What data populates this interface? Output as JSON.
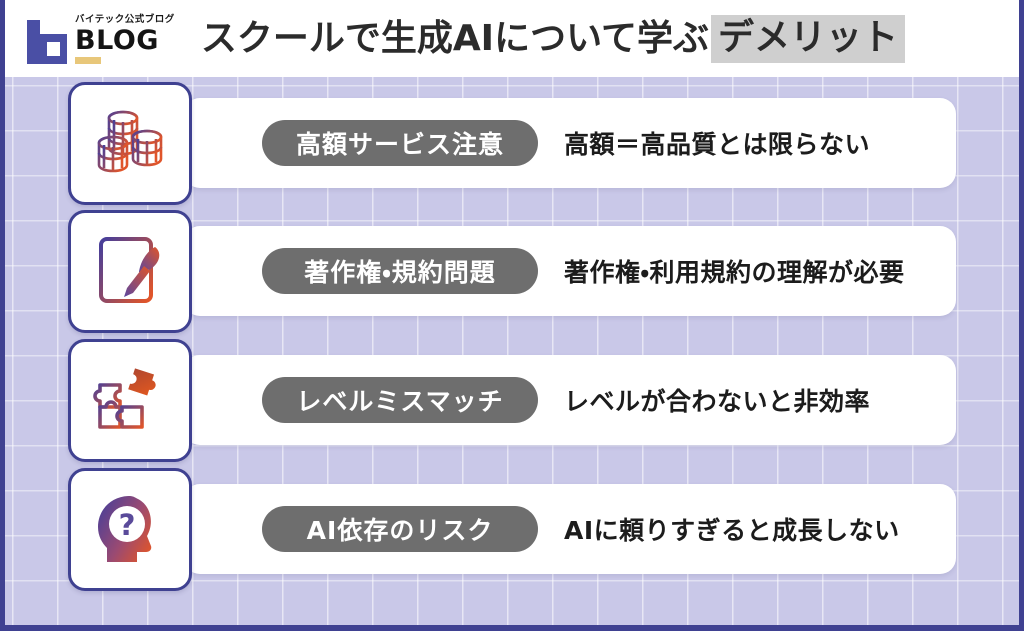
{
  "header": {
    "logo": {
      "mark": "b-logo-mark",
      "tagline": "バイテック公式ブログ",
      "wordmark": "BLOG",
      "mark_color": "#4a4fa5",
      "underbar_color": "#e8c77a"
    },
    "title_main": "スクールで生成AIについて学ぶ",
    "title_highlight": "デメリット",
    "highlight_bg": "#cfcfcf"
  },
  "theme": {
    "background": "#c9c8e8",
    "frame_border": "#3f4191",
    "card_bg": "#ffffff",
    "pill_bg": "#6e6e6e",
    "pill_text": "#ffffff",
    "icon_gradient_from": "#4a3f98",
    "icon_gradient_to": "#e0552a"
  },
  "rows": [
    {
      "icon": "coin-stack-icon",
      "pill": "高額サービス注意",
      "desc": "高額＝高品質とは限らない"
    },
    {
      "icon": "document-pen-icon",
      "pill": "著作権・規約問題",
      "desc": "著作権・利用規約の理解が必要"
    },
    {
      "icon": "puzzle-pieces-icon",
      "pill": "レベルミスマッチ",
      "desc": "レベルが合わないと非効率"
    },
    {
      "icon": "head-question-icon",
      "pill": "AI依存のリスク",
      "desc": "AIに頼りすぎると成長しない"
    }
  ]
}
